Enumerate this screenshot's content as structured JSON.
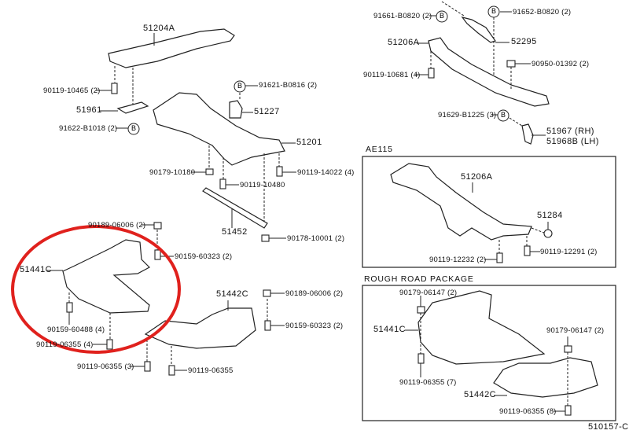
{
  "diagram_id": "510157-C",
  "sections": {
    "ae115": "AE115",
    "rough_road": "ROUGH ROAD PACKAGE"
  },
  "callout_letter": "B",
  "highlight_color": "#e0211d",
  "labels": {
    "l1": "51204A",
    "l2": "90119-10465 (2)",
    "l3": "51961",
    "l4": "91622-B1018 (2)",
    "l5": "91621-B0816 (2)",
    "l6": "51227",
    "l7": "51201",
    "l8": "90179-10180",
    "l9": "90119-14022 (4)",
    "l10": "90119-10480",
    "l11": "51452",
    "l12": "90178-10001 (2)",
    "l13": "90189-06006 (2)",
    "l14": "90159-60323 (2)",
    "l15": "51441C",
    "l16": "90159-60488 (4)",
    "l17": "90119-06355 (4)",
    "l18": "51442C",
    "l19": "90189-06006 (2)",
    "l20": "90159-60323 (2)",
    "l21": "90119-06355 (3)",
    "l22": "90119-06355",
    "r1": "91661-B0820 (2)",
    "r2": "91652-B0820 (2)",
    "r3": "51206A",
    "r4": "52295",
    "r5": "90950-01392 (2)",
    "r6": "90119-10681 (4)",
    "r7": "91629-B1225 (3)",
    "r8": "51967  (RH)",
    "r9": "51968B (LH)",
    "r10": "51206A",
    "r11": "51284",
    "r12": "90119-12291 (2)",
    "r13": "90119-12232 (2)",
    "r14": "90179-06147 (2)",
    "r15": "51441C",
    "r16": "90179-06147 (2)",
    "r17": "90119-06355 (7)",
    "r18": "51442C",
    "r19": "90119-06355 (8)"
  }
}
